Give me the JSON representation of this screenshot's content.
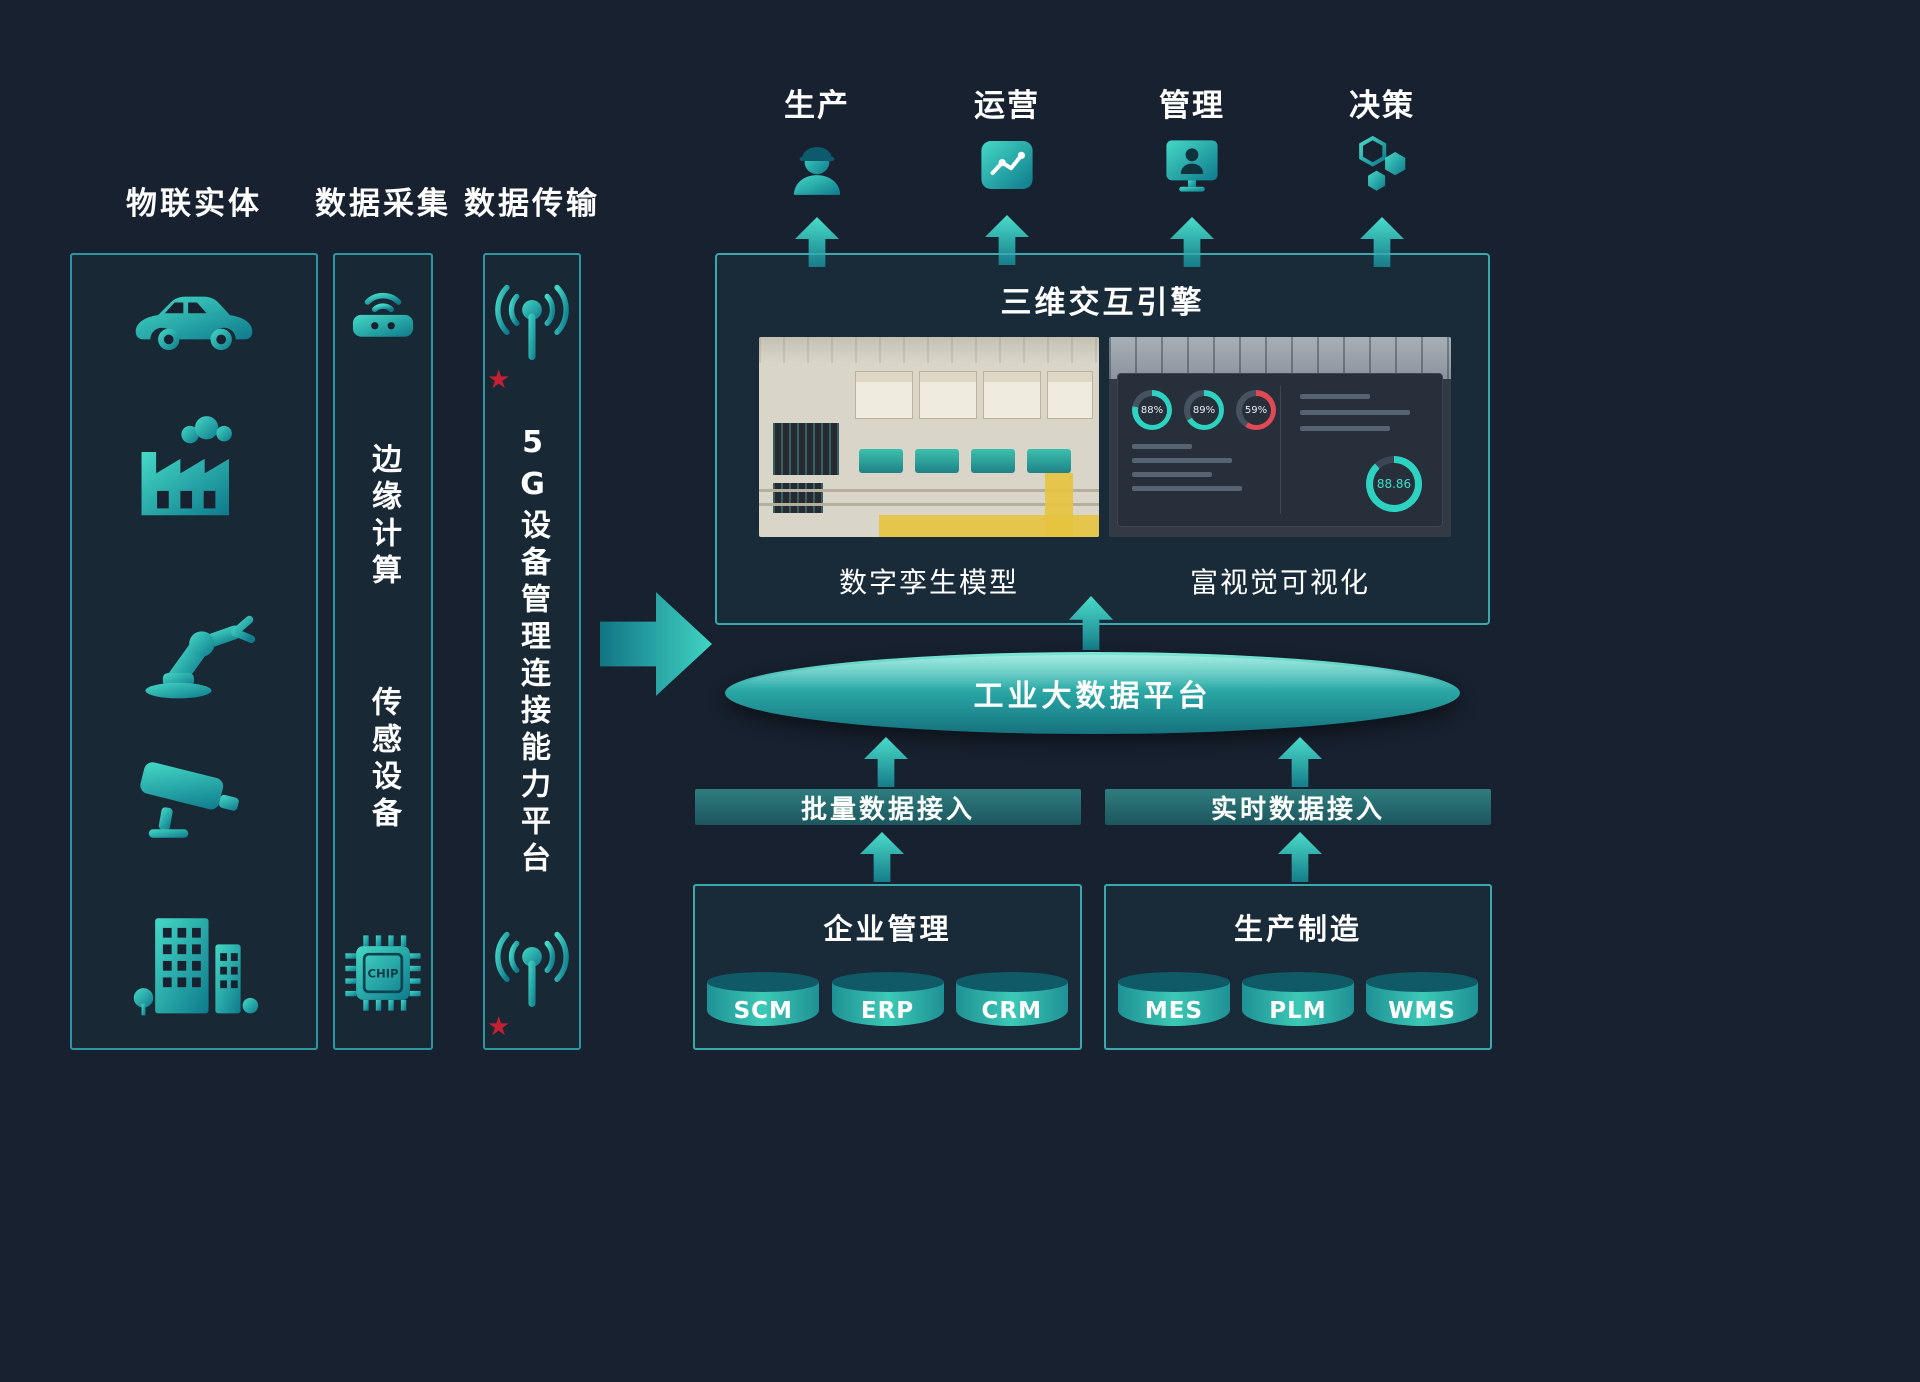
{
  "colors": {
    "background": "#17212f",
    "teal_light": "#45d9c6",
    "teal_dark": "#0e7a8c",
    "box_border": "#2e96a0",
    "red_star": "#c51f33"
  },
  "icons": {
    "star_glyph": "★"
  },
  "left_column": {
    "title": "物联实体",
    "icons": [
      "car-icon",
      "factory-icon",
      "robot-arm-icon",
      "cctv-camera-icon",
      "city-buildings-icon"
    ]
  },
  "collect_column": {
    "title": "数据采集",
    "edge_label": "边缘计算",
    "sensor_label": "传感设备",
    "chip_text": "CHIP"
  },
  "transmit_column": {
    "title": "数据传输",
    "platform_label": "5G设备管理连接能力平台"
  },
  "outputs": [
    {
      "label": "生产",
      "icon": "worker-helmet-icon"
    },
    {
      "label": "运营",
      "icon": "trend-chart-icon"
    },
    {
      "label": "管理",
      "icon": "monitor-person-icon"
    },
    {
      "label": "决策",
      "icon": "hexagons-icon"
    }
  ],
  "engine": {
    "title": "三维交互引擎",
    "left_caption": "数字孪生模型",
    "right_caption": "富视觉可视化",
    "dashboard": {
      "gauges": [
        "88%",
        "89%",
        "59%"
      ],
      "big_gauge": "88.86"
    }
  },
  "platform": {
    "label": "工业大数据平台"
  },
  "access": [
    {
      "label": "批量数据接入"
    },
    {
      "label": "实时数据接入"
    }
  ],
  "systems": [
    {
      "title": "企业管理",
      "items": [
        "SCM",
        "ERP",
        "CRM"
      ]
    },
    {
      "title": "生产制造",
      "items": [
        "MES",
        "PLM",
        "WMS"
      ]
    }
  ]
}
